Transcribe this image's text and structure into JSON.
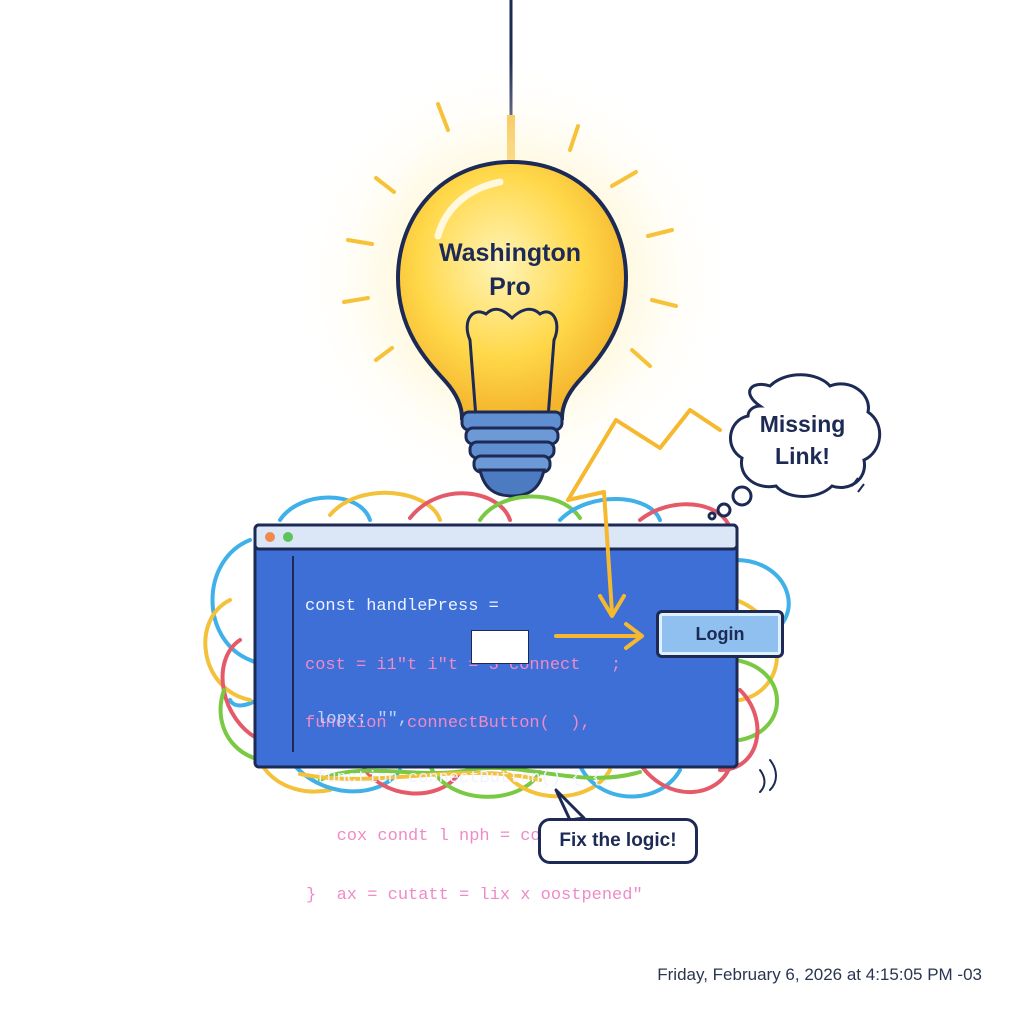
{
  "bulb": {
    "line1": "Washington",
    "line2": "Pro"
  },
  "thought_bubble": {
    "line1": "Missing",
    "line2": "Link!"
  },
  "code": {
    "upper": [
      {
        "text": "const handlePress =",
        "color": "white"
      },
      {
        "text": "cost = i1\"t i\"t = 3 connect   ;",
        "color": "pink"
      },
      {
        "text": "function  connectButton(  ),",
        "color": "pink_blue"
      }
    ],
    "lower": [
      {
        "text": " lopx: \"\",",
        "color": "blue"
      },
      {
        "text": " function connectButton() { {,",
        "color": "white"
      },
      {
        "text": "   cox condt l nph = comdie )\"l l);",
        "color": "pink"
      },
      {
        "text": "}  ax = cutatt = lix x oostpened\"",
        "color": "pink"
      }
    ]
  },
  "login_button": {
    "label": "Login"
  },
  "fix_bubble": {
    "label": "Fix the logic!"
  },
  "timestamp": "Friday, February 6, 2026 at 4:15:05 PM -03",
  "colors": {
    "outline": "#1c2a55",
    "bulb_yellow": "#ffd84a",
    "code_bg": "#3d6fd6",
    "window_bar": "#dbe7f7",
    "login_fill": "#8fc0f0",
    "arrow": "#f5b82e"
  }
}
